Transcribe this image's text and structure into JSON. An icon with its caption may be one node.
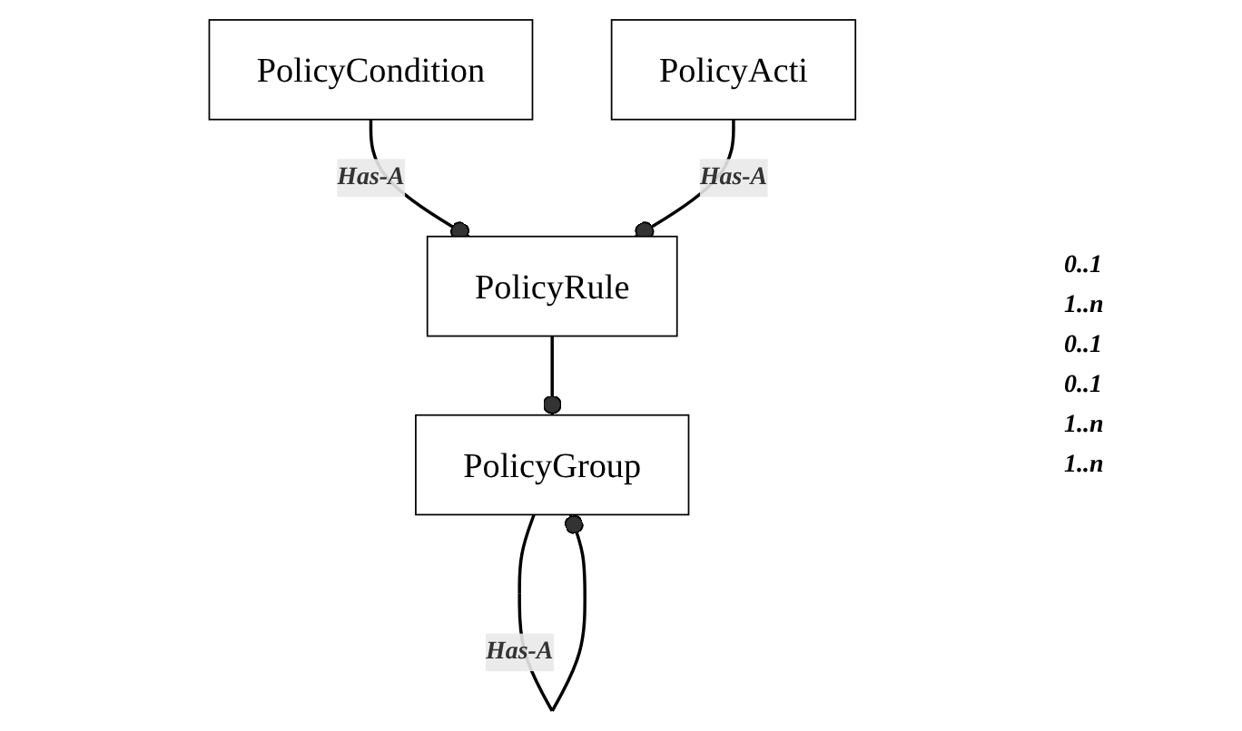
{
  "diagram": {
    "nodes": [
      {
        "text": [
          "PolicyGroup"
        ]
      },
      {
        "text": [
          "PolicyRule"
        ]
      },
      {
        "text": [
          "PolicyCondition"
        ]
      },
      {
        "text": [
          "PolicyActi"
        ]
      }
    ],
    "edges": [
      {
        "from": 0,
        "to": 0,
        "arrow": "other",
        "label": "Has-A"
      },
      {
        "from": 0,
        "to": 1,
        "arrow": "other"
      },
      {
        "from": 1,
        "to": 2,
        "arrow": "other",
        "label": "Has-A"
      },
      {
        "from": 1,
        "to": 3,
        "arrow": "other",
        "label": "Has-A"
      }
    ],
    "labels": [
      "0..1",
      "1..n",
      "0..1",
      "0..1",
      "1..n",
      "1..n"
    ]
  }
}
